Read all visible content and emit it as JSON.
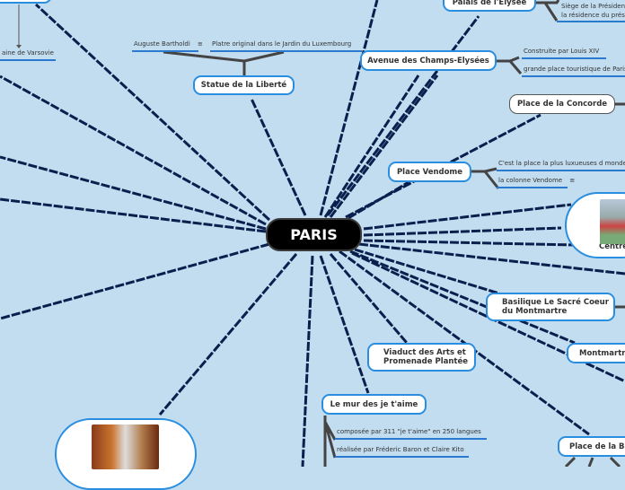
{
  "central": "PARIS",
  "topics": {
    "palais": "Palais de l'Elysée",
    "palais_sub": [
      "Siège de la Présidence",
      "la résidence du président"
    ],
    "champs": "Avenue des Champs-Elysées",
    "champs_sub": [
      "Construite par Louis XIV",
      "grande place touristique de Paris"
    ],
    "concorde": "Place de la Concorde",
    "vendome": "Place Vendome",
    "vendome_sub": [
      "C'est la place la plus luxueuses d monde",
      "la colonne Vendome"
    ],
    "statue": "Statue de la Liberté",
    "statue_sub": [
      "Auguste Bartholdi",
      "Platre original dans le Jardin du Luxembourg"
    ],
    "varsovie_sub": "aine de Varsovie",
    "centre": "Centre",
    "sacre": "Basilique Le Sacré Coeur du Montmartre",
    "montmartre": "Montmartre",
    "viaduct": "Viaduct des Arts et Promenade Plantée",
    "mur": "Le mur des je t'aime",
    "mur_sub": [
      "composée par 311 \"je t'aime\" en 250 langues",
      "réalisée par Fréderic Baron et Claire Kito"
    ],
    "bastille": "Place de la Ba"
  },
  "colors": {
    "background": "#c2ddf0",
    "line": "#0a1f4d",
    "border": "#2a8ee0"
  }
}
